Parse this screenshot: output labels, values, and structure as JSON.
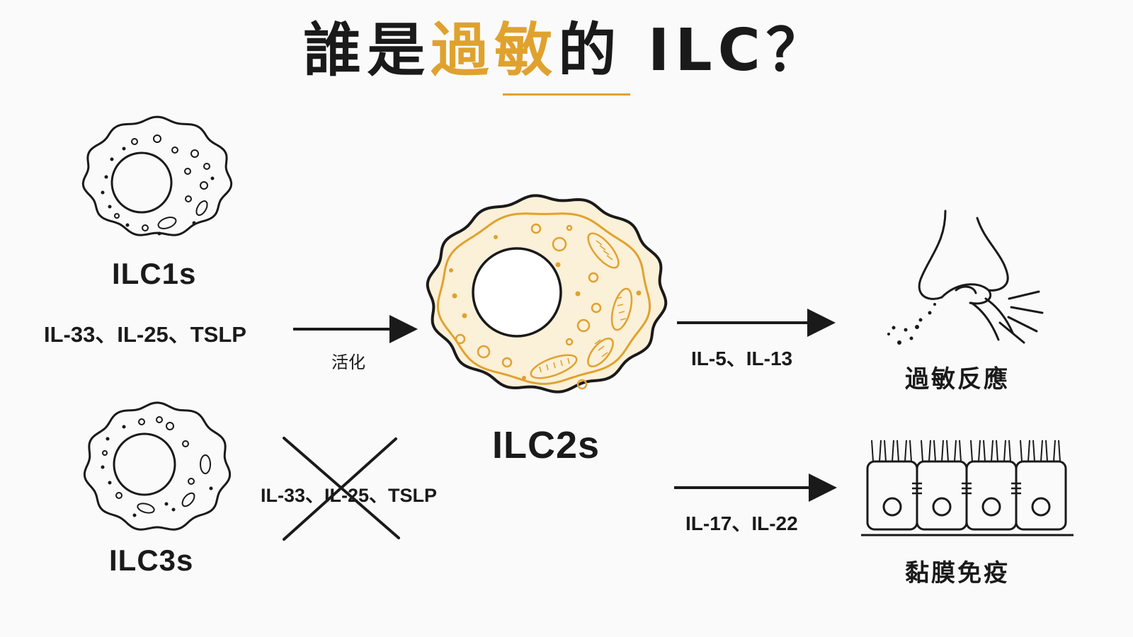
{
  "title": {
    "part1": "誰是",
    "highlight": "過敏",
    "part2": "的 ILC？"
  },
  "colors": {
    "accent": "#e0a22e",
    "ink": "#1a1a1a",
    "background": "#fafafa"
  },
  "cells": {
    "ilc1": "ILC1s",
    "ilc2": "ILC2s",
    "ilc3": "ILC3s"
  },
  "signals": {
    "activating": "IL-33、IL-25、TSLP",
    "activate_label": "活化",
    "blocked": "IL-33、IL-25、TSLP"
  },
  "outputs": {
    "allergy": {
      "cytokines": "IL-5、IL-13",
      "label": "過敏反應",
      "icon": "nose-sneeze-icon"
    },
    "mucosal": {
      "cytokines": "IL-17、IL-22",
      "label": "黏膜免疫",
      "icon": "epithelium-icon"
    }
  }
}
